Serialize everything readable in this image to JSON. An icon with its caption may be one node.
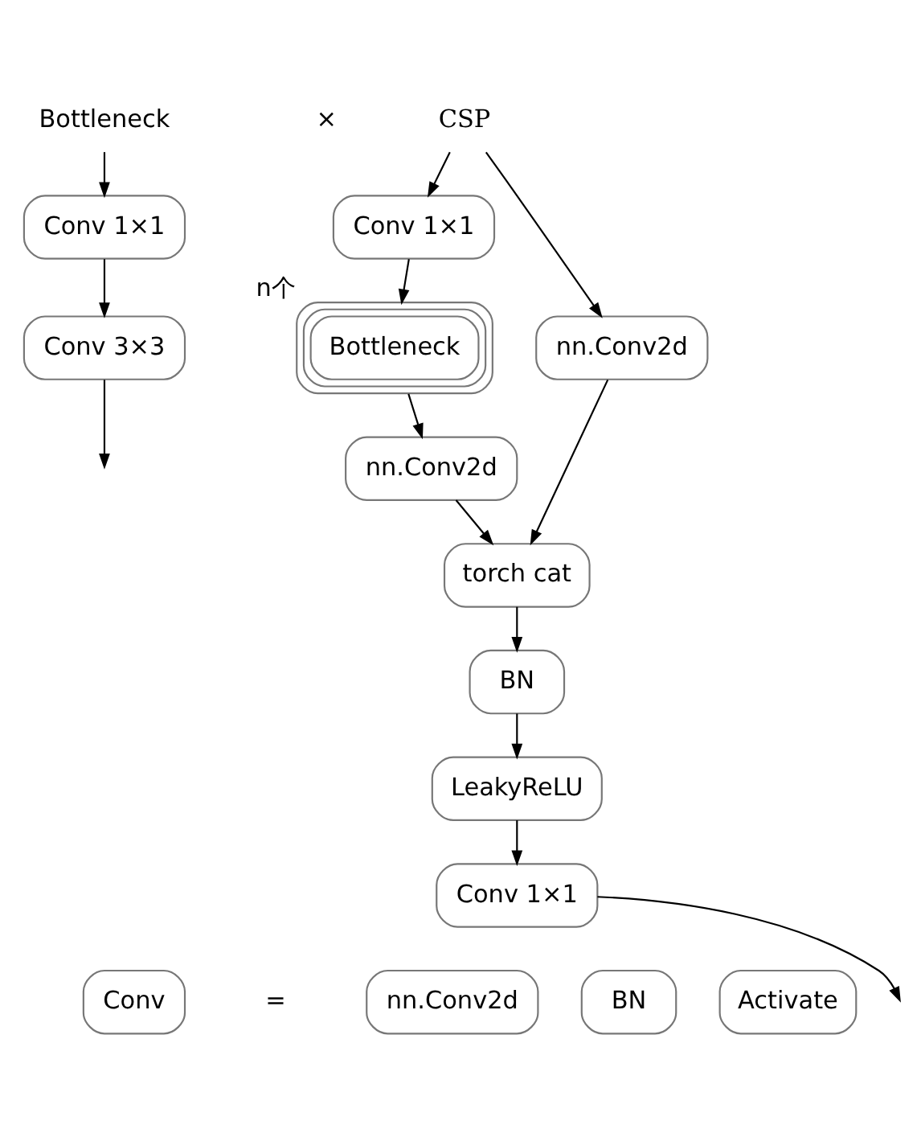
{
  "diagram": {
    "nodes": [
      {
        "text": [
          "Bottleneck"
        ]
      },
      {
        "text": [
          "Conv 1×1"
        ]
      },
      {
        "text": [
          "Conv 3×3"
        ]
      },
      {
        "text": [
          "CSP"
        ]
      },
      {
        "text": [
          "Conv 1×1"
        ]
      },
      {
        "text": [
          "Bottleneck"
        ],
        "beside": [
          "n个"
        ]
      },
      {
        "text": [
          "nn.Conv2d"
        ]
      },
      {
        "text": [
          "nn.Conv2d"
        ]
      },
      {
        "text": [
          "torch cat"
        ]
      },
      {
        "text": [
          "BN"
        ]
      },
      {
        "text": [
          "LeakyReLU"
        ]
      },
      {
        "text": [
          "Conv 1×1"
        ]
      },
      {
        "text": [
          "Conv"
        ]
      },
      {
        "text": [
          "nn.Conv2d"
        ]
      },
      {
        "text": [
          "BN"
        ]
      },
      {
        "text": [
          "Activate"
        ]
      }
    ],
    "edges": [
      {
        "from": 0,
        "to": 1,
        "arrow": "to"
      },
      {
        "from": 1,
        "to": 2,
        "arrow": "to"
      },
      {
        "from": 2,
        "to": null,
        "arrow": "to"
      },
      {
        "from": 3,
        "to": 4,
        "arrow": "to"
      },
      {
        "from": 3,
        "to": 7,
        "arrow": "to"
      },
      {
        "from": 4,
        "to": 5,
        "arrow": "to"
      },
      {
        "from": 5,
        "to": 6,
        "arrow": "to"
      },
      {
        "from": 6,
        "to": 8,
        "arrow": "to"
      },
      {
        "from": 7,
        "to": 8,
        "arrow": "to"
      },
      {
        "from": 8,
        "to": 9,
        "arrow": "to"
      },
      {
        "from": 9,
        "to": 10,
        "arrow": "to"
      },
      {
        "from": 10,
        "to": 11,
        "arrow": "to"
      },
      {
        "from": 11,
        "to": null,
        "arrow": "to"
      }
    ],
    "labels": [
      "×",
      "="
    ]
  }
}
